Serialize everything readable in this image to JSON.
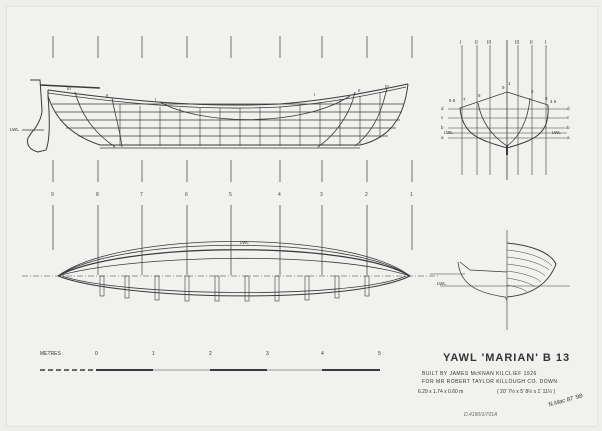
{
  "drawing": {
    "title": "YAWL 'MARIAN' B 13",
    "built_by": "BUILT BY JAMES McKNAN KILCLIEF 1926",
    "built_for": "FOR MR ROBERT TAYLOR  KILLOUGH  CO. DOWN",
    "dimensions_metric": "6.29 x 1.74 x 0.60 m",
    "dimensions_imperial": "( 20' 7½ x 5' 8½ x 1' 11½ )",
    "signature": "N.Mac 87 '98",
    "reference": "D.4190/1/701A"
  },
  "scale_bar": {
    "unit_label": "METRES",
    "ticks": [
      "0",
      "1",
      "2",
      "3",
      "4",
      "5"
    ]
  },
  "profile_view": {
    "section_labels": [
      "III",
      "II",
      "I",
      "I",
      "II",
      "III"
    ],
    "waterline_label": "LWL"
  },
  "station_numbers": [
    "9",
    "8",
    "7",
    "6",
    "5",
    "4",
    "3",
    "2",
    "1"
  ],
  "half_breadth_view": {
    "waterline_label": "LWL",
    "line_labels": [
      "d",
      "c",
      "b",
      "a"
    ]
  },
  "body_plan": {
    "buttock_labels": [
      "I",
      "II",
      "III",
      "III",
      "II",
      "I"
    ],
    "station_labels": [
      "5 6",
      "7",
      "6",
      "9",
      "1",
      "2",
      "3",
      "4 5"
    ],
    "waterline_labels_left": [
      "d",
      "c",
      "b",
      "LWL",
      "a"
    ],
    "waterline_labels_right": [
      "d",
      "c",
      "b",
      "LWL",
      "a"
    ]
  },
  "midship_section": {
    "waterline_label": "LWL"
  }
}
